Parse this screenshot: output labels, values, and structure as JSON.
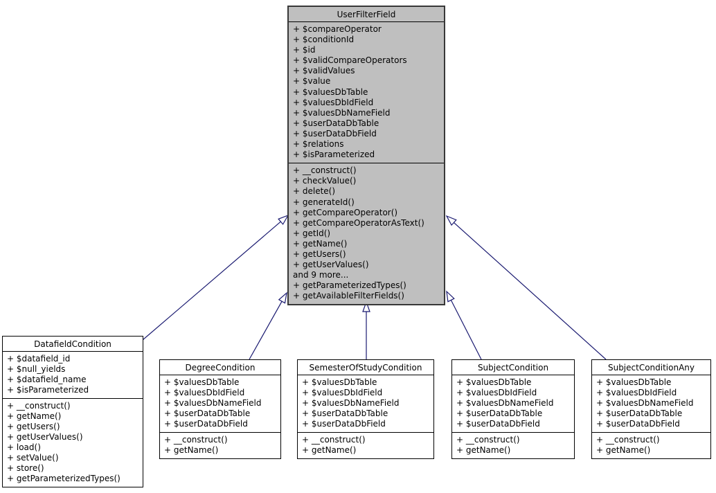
{
  "colors": {
    "arrow": "#191970",
    "parent_fill": "#bfbfbf",
    "child_fill": "#ffffff",
    "border": "#000000"
  },
  "classes": {
    "user_filter_field": {
      "name": "UserFilterField",
      "attributes": [
        "+ $compareOperator",
        "+ $conditionId",
        "+ $id",
        "+ $validCompareOperators",
        "+ $validValues",
        "+ $value",
        "+ $valuesDbTable",
        "+ $valuesDbIdField",
        "+ $valuesDbNameField",
        "+ $userDataDbTable",
        "+ $userDataDbField",
        "+ $relations",
        "+ $isParameterized"
      ],
      "methods": [
        "+ __construct()",
        "+ checkValue()",
        "+ delete()",
        "+ generateId()",
        "+ getCompareOperator()",
        "+ getCompareOperatorAsText()",
        "+ getId()",
        "+ getName()",
        "+ getUsers()",
        "+ getUserValues()",
        "and 9 more...",
        "+ getParameterizedTypes()",
        "+ getAvailableFilterFields()"
      ]
    },
    "datafield_condition": {
      "name": "DatafieldCondition",
      "attributes": [
        "+ $datafield_id",
        "+ $null_yields",
        "+ $datafield_name",
        "+ $isParameterized"
      ],
      "methods": [
        "+ __construct()",
        "+ getName()",
        "+ getUsers()",
        "+ getUserValues()",
        "+ load()",
        "+ setValue()",
        "+ store()",
        "+ getParameterizedTypes()"
      ]
    },
    "degree_condition": {
      "name": "DegreeCondition",
      "attributes": [
        "+ $valuesDbTable",
        "+ $valuesDbIdField",
        "+ $valuesDbNameField",
        "+ $userDataDbTable",
        "+ $userDataDbField"
      ],
      "methods": [
        "+ __construct()",
        "+ getName()"
      ]
    },
    "semester_of_study_condition": {
      "name": "SemesterOfStudyCondition",
      "attributes": [
        "+ $valuesDbTable",
        "+ $valuesDbIdField",
        "+ $valuesDbNameField",
        "+ $userDataDbTable",
        "+ $userDataDbField"
      ],
      "methods": [
        "+ __construct()",
        "+ getName()"
      ]
    },
    "subject_condition": {
      "name": "SubjectCondition",
      "attributes": [
        "+ $valuesDbTable",
        "+ $valuesDbIdField",
        "+ $valuesDbNameField",
        "+ $userDataDbTable",
        "+ $userDataDbField"
      ],
      "methods": [
        "+ __construct()",
        "+ getName()"
      ]
    },
    "subject_condition_any": {
      "name": "SubjectConditionAny",
      "attributes": [
        "+ $valuesDbTable",
        "+ $valuesDbIdField",
        "+ $valuesDbNameField",
        "+ $userDataDbTable",
        "+ $userDataDbField"
      ],
      "methods": [
        "+ __construct()",
        "+ getName()"
      ]
    }
  },
  "relations": [
    {
      "from": "DatafieldCondition",
      "to": "UserFilterField",
      "type": "inheritance"
    },
    {
      "from": "DegreeCondition",
      "to": "UserFilterField",
      "type": "inheritance"
    },
    {
      "from": "SemesterOfStudyCondition",
      "to": "UserFilterField",
      "type": "inheritance"
    },
    {
      "from": "SubjectCondition",
      "to": "UserFilterField",
      "type": "inheritance"
    },
    {
      "from": "SubjectConditionAny",
      "to": "UserFilterField",
      "type": "inheritance"
    }
  ]
}
